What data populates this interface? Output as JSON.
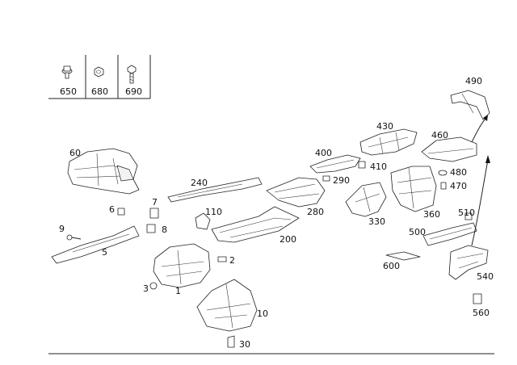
{
  "legend": {
    "items": [
      {
        "id": "650",
        "label": "650",
        "icon": "bolt-flange-icon"
      },
      {
        "id": "680",
        "label": "680",
        "icon": "nut-icon"
      },
      {
        "id": "690",
        "label": "690",
        "icon": "screw-icon"
      }
    ]
  },
  "callouts": [
    {
      "id": "490",
      "label": "490"
    },
    {
      "id": "430",
      "label": "430"
    },
    {
      "id": "460",
      "label": "460"
    },
    {
      "id": "60",
      "label": "60"
    },
    {
      "id": "400",
      "label": "400"
    },
    {
      "id": "410",
      "label": "410"
    },
    {
      "id": "480",
      "label": "480"
    },
    {
      "id": "290",
      "label": "290"
    },
    {
      "id": "470",
      "label": "470"
    },
    {
      "id": "240",
      "label": "240"
    },
    {
      "id": "7",
      "label": "7"
    },
    {
      "id": "6",
      "label": "6"
    },
    {
      "id": "110",
      "label": "110"
    },
    {
      "id": "280",
      "label": "280"
    },
    {
      "id": "330",
      "label": "330"
    },
    {
      "id": "360",
      "label": "360"
    },
    {
      "id": "510",
      "label": "510"
    },
    {
      "id": "8",
      "label": "8"
    },
    {
      "id": "9",
      "label": "9"
    },
    {
      "id": "500",
      "label": "500"
    },
    {
      "id": "200",
      "label": "200"
    },
    {
      "id": "5",
      "label": "5"
    },
    {
      "id": "2",
      "label": "2"
    },
    {
      "id": "600",
      "label": "600"
    },
    {
      "id": "540",
      "label": "540"
    },
    {
      "id": "3",
      "label": "3"
    },
    {
      "id": "1",
      "label": "1"
    },
    {
      "id": "560",
      "label": "560"
    },
    {
      "id": "10",
      "label": "10"
    },
    {
      "id": "30",
      "label": "30"
    }
  ]
}
